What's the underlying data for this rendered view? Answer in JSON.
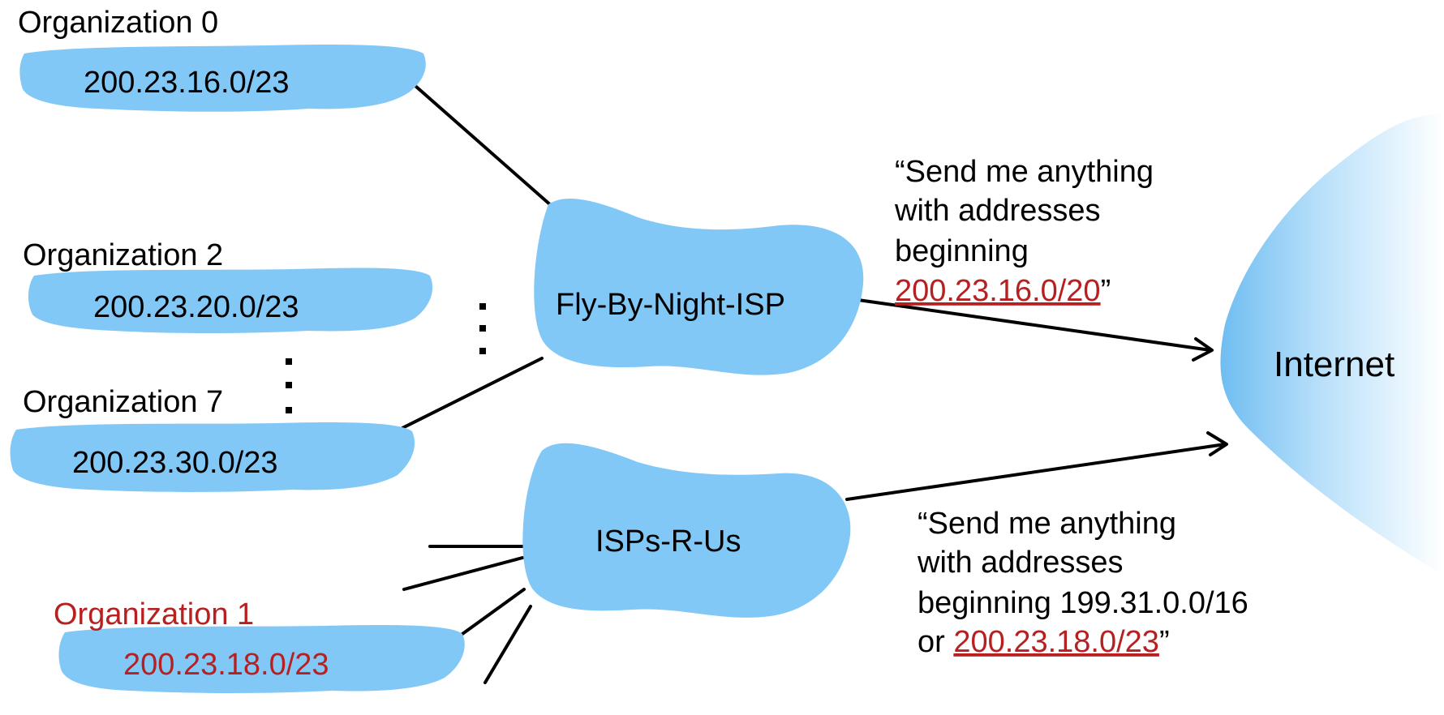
{
  "organizations": {
    "org0": {
      "label": "Organization 0",
      "prefix": "200.23.16.0/23"
    },
    "org2": {
      "label": "Organization 2",
      "prefix": "200.23.20.0/23"
    },
    "org7": {
      "label": "Organization 7",
      "prefix": "200.23.30.0/23"
    },
    "org1": {
      "label": "Organization 1",
      "prefix": "200.23.18.0/23"
    }
  },
  "isps": {
    "fly_by_night": {
      "label": "Fly-By-Night-ISP"
    },
    "isps_r_us": {
      "label": "ISPs-R-Us"
    }
  },
  "internet": {
    "label": "Internet"
  },
  "advertisements": {
    "fly_by_night": {
      "line1": "“Send me anything",
      "line2": "with addresses",
      "line3": "beginning",
      "prefix": "200.23.16.0/20",
      "close_quote": "”"
    },
    "isps_r_us": {
      "line1": "“Send me anything",
      "line2": "with addresses",
      "line3": "beginning 199.31.0.0/16",
      "or_word": "or ",
      "prefix": "200.23.18.0/23",
      "close_quote": "”"
    }
  },
  "colors": {
    "cloud": "#82c8f6",
    "highlight_red": "#b72020",
    "internet_gradient_start": "#6fbdf1"
  }
}
